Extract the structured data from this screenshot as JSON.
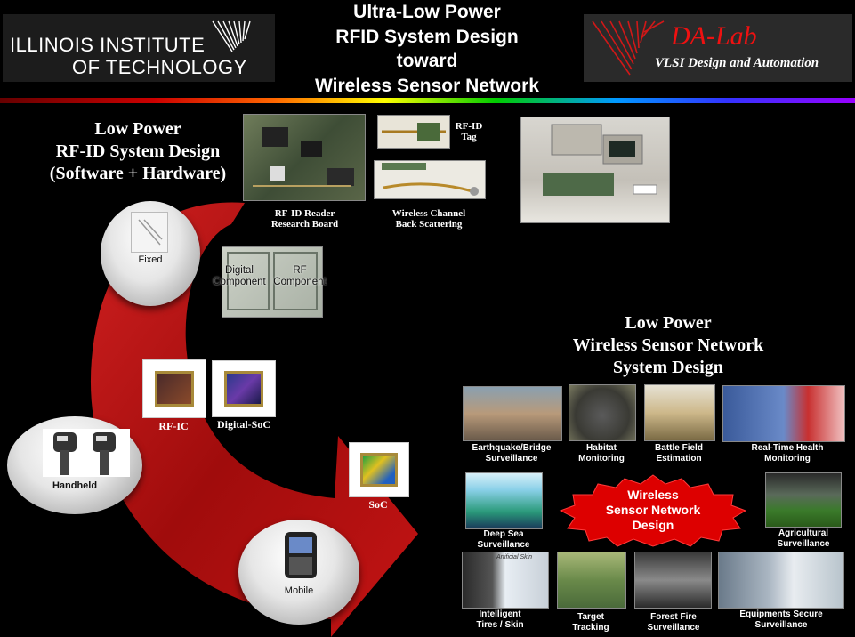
{
  "header": {
    "title_lines": [
      "Ultra-Low Power",
      "RFID System Design",
      "toward",
      "Wireless Sensor Network"
    ],
    "left_logo": {
      "line1": "ILLINOIS INSTITUTE",
      "line2": "OF TECHNOLOGY"
    },
    "right_logo": {
      "name": "DA-Lab",
      "subtitle": "VLSI Design and Automation"
    }
  },
  "rfid_section": {
    "heading_lines": [
      "Low Power",
      "RF-ID System Design",
      "(Software + Hardware)"
    ],
    "photos": {
      "reader_caption_lines": [
        "RF-ID Reader",
        "Research Board"
      ],
      "tag_caption_lines": [
        "RF-ID",
        "Tag"
      ],
      "channel_caption_lines": [
        "Wireless Channel",
        "Back Scattering"
      ]
    },
    "board_labels": {
      "digital_lines": [
        "Digital",
        "Component"
      ],
      "rf_lines": [
        "RF",
        "Component"
      ]
    },
    "chips": {
      "rfic": "RF-IC",
      "digital_soc": "Digital-SoC",
      "soc": "SoC"
    },
    "readers": {
      "fixed": "Fixed",
      "handheld": "Handheld",
      "mobile": "Mobile"
    }
  },
  "wsn_section": {
    "heading_lines": [
      "Low Power",
      "Wireless Sensor Network",
      "System Design"
    ],
    "center_label_lines": [
      "Wireless",
      "Sensor Network",
      "Design"
    ],
    "applications": {
      "earthquake": [
        "Earthquake/Bridge",
        "Surveillance"
      ],
      "habitat": [
        "Habitat",
        "Monitoring"
      ],
      "battle": [
        "Battle Field",
        "Estimation"
      ],
      "health": [
        "Real-Time Health",
        "Monitoring"
      ],
      "deepsea": [
        "Deep Sea",
        "Surveillance"
      ],
      "agri": [
        "Agricultural",
        "Surveillance"
      ],
      "tires": [
        "Intelligent",
        "Tires / Skin"
      ],
      "target": [
        "Target",
        "Tracking"
      ],
      "fire": [
        "Forest Fire",
        "Surveillance"
      ],
      "equip": [
        "Equipments Secure",
        "Surveillance"
      ]
    },
    "tire_inset_label": "Artificial Skin"
  },
  "colors": {
    "arrow": "#b01010",
    "starburst": "#dd0000",
    "background": "#000000"
  }
}
